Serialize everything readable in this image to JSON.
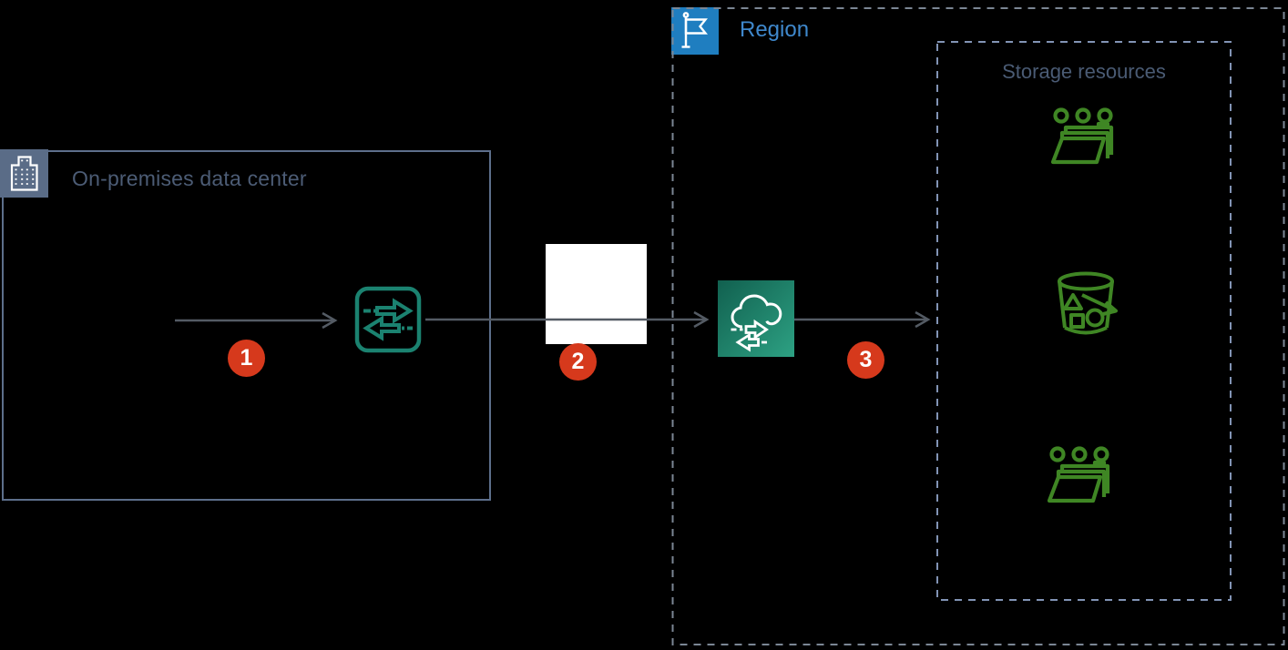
{
  "on_premises": {
    "label": "On-premises data center",
    "icon": "building-icon"
  },
  "region": {
    "label": "Region",
    "icon": "flag-icon"
  },
  "storage": {
    "label": "Storage resources",
    "icons": [
      "efs-file-system-icon",
      "s3-bucket-icon",
      "efs-file-system-icon"
    ]
  },
  "service": {
    "icon": "datasync-service-icon"
  },
  "agent": {
    "icon": "datasync-agent-icon"
  },
  "badges": [
    {
      "label": "1"
    },
    {
      "label": "2"
    },
    {
      "label": "3"
    }
  ],
  "colors": {
    "background": "#000000",
    "onprem_border": "#5d6f8b",
    "onprem_square": "#5a6c87",
    "onprem_text": "#4c5c75",
    "region_border": "#7b8694",
    "region_square": "#1f7ec0",
    "region_text": "#3f88cc",
    "storage_border": "#8294b5",
    "storage_text": "#4a5b74",
    "arrow_gray": "#545b64",
    "badge_red": "#d6391c",
    "agent_teal": "#1b8270",
    "service_gradient_start": "#11604f",
    "service_gradient_end": "#2da183",
    "storage_green": "#3f8624"
  }
}
